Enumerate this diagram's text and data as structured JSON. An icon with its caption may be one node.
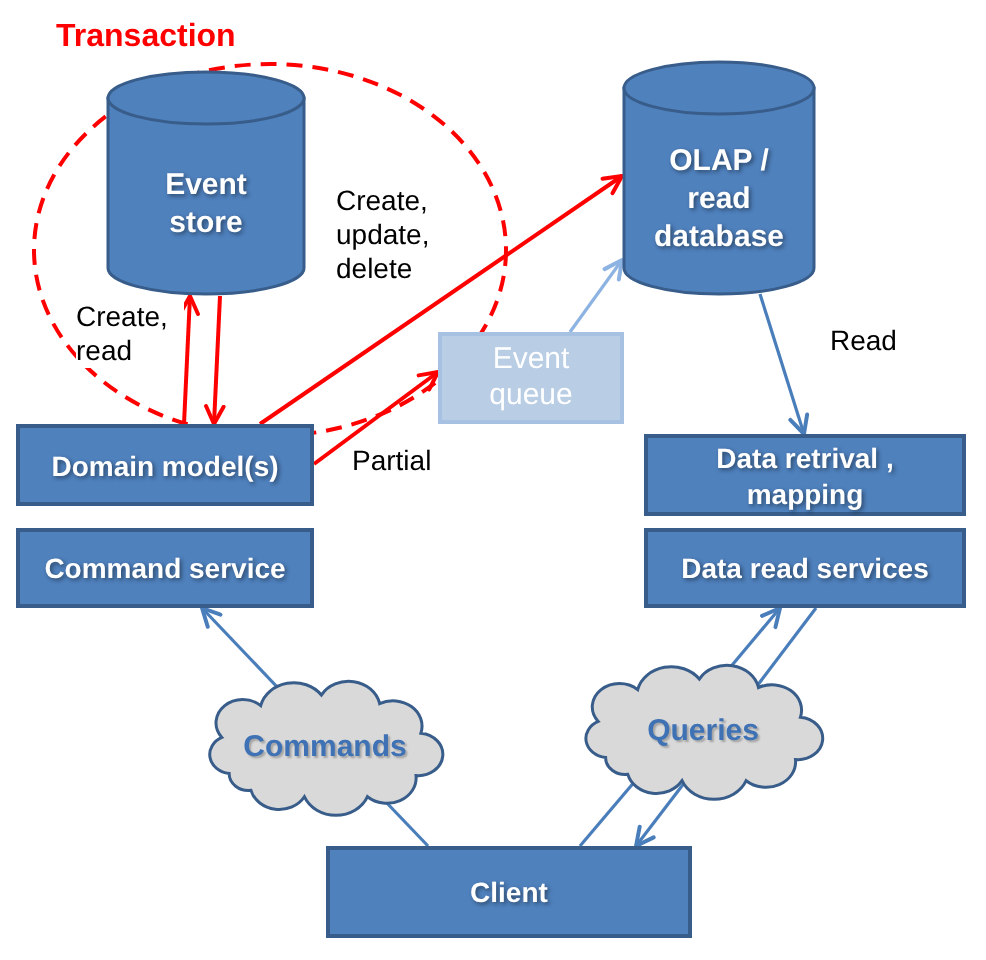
{
  "diagram": {
    "nodes": [
      {
        "text": [
          "Transaction"
        ]
      },
      {
        "text": [
          "Event store"
        ],
        "in": 0
      },
      {
        "text": [
          "OLAP / read database"
        ]
      },
      {
        "text": [
          "Domain model(s)"
        ]
      },
      {
        "text": [
          "Command service"
        ]
      },
      {
        "text": [
          "Event queue"
        ]
      },
      {
        "text": [
          "Data retrival , mapping"
        ]
      },
      {
        "text": [
          "Data read services"
        ]
      },
      {
        "text": [
          "Commands"
        ]
      },
      {
        "text": [
          "Queries"
        ]
      },
      {
        "text": [
          "Client"
        ]
      }
    ],
    "edges": [
      {
        "from": 3,
        "to": 1,
        "arrow": "to",
        "label": "Create, read",
        "color": "#ff0000"
      },
      {
        "from": 1,
        "to": 3,
        "arrow": "to",
        "color": "#ff0000"
      },
      {
        "from": 3,
        "to": 2,
        "arrow": "to",
        "label": "Create, update, delete",
        "color": "#ff0000"
      },
      {
        "from": 3,
        "to": 5,
        "arrow": "to",
        "label": "Partial",
        "color": "#ff0000"
      },
      {
        "from": 5,
        "to": 2,
        "arrow": "to",
        "color": "#8db3e2"
      },
      {
        "from": 2,
        "to": 6,
        "arrow": "to",
        "label": "Read",
        "color": "#4a7ebb"
      },
      {
        "from": 10,
        "to": 8,
        "arrow": "none",
        "color": "#4a7ebb"
      },
      {
        "from": 8,
        "to": 4,
        "arrow": "to",
        "color": "#4a7ebb"
      },
      {
        "from": 10,
        "to": 9,
        "arrow": "none",
        "color": "#4a7ebb"
      },
      {
        "from": 9,
        "to": 7,
        "arrow": "to",
        "color": "#4a7ebb"
      },
      {
        "from": 7,
        "to": 9,
        "arrow": "none",
        "color": "#4a7ebb"
      },
      {
        "from": 9,
        "to": 10,
        "arrow": "to",
        "color": "#4a7ebb"
      }
    ]
  }
}
